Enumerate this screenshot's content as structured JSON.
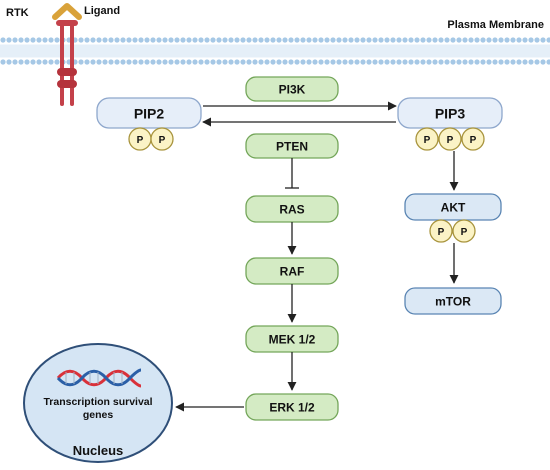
{
  "labels": {
    "rtk": "RTK",
    "ligand": "Ligand",
    "membrane": "Plasma Membrane",
    "pi3k": "PI3K",
    "pip2": "PIP2",
    "pip3": "PIP3",
    "pten": "PTEN",
    "ras": "RAS",
    "raf": "RAF",
    "mek": "MEK 1/2",
    "erk": "ERK 1/2",
    "akt": "AKT",
    "mtor": "mTOR",
    "phosphate": "P",
    "nucleus_text_line1": "Transcription survival",
    "nucleus_text_line2": "genes",
    "nucleus": "Nucleus"
  },
  "colors": {
    "green_box": "#d4ebc4",
    "blue_box": "#dbe8f5",
    "phosphate": "#fbf3c6",
    "membrane": "#a6c8e6",
    "receptor": "#c4414a",
    "ligand": "#d9a23a",
    "nucleus": "#d5e5f4",
    "dna_red": "#d9313a",
    "dna_blue": "#2b5fa7"
  },
  "icons": {
    "receptor": "rtk-receptor-icon",
    "ligand": "ligand-chevron-icon",
    "dna": "dna-helix-icon"
  }
}
